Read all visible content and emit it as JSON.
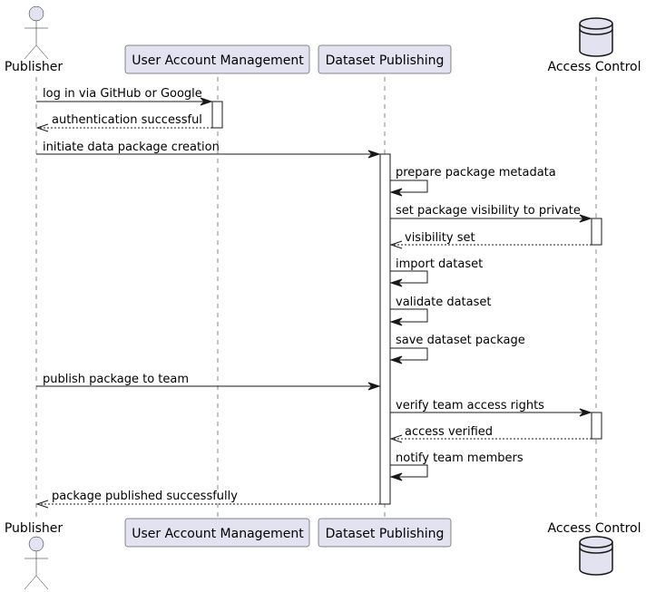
{
  "participants": {
    "publisher": "Publisher",
    "user_account_management": "User Account Management",
    "dataset_publishing": "Dataset Publishing",
    "access_control": "Access Control"
  },
  "messages": [
    {
      "from": "publisher",
      "to": "user_account_management",
      "label": "log in via GitHub or Google",
      "style": "solid"
    },
    {
      "from": "user_account_management",
      "to": "publisher",
      "label": "authentication successful",
      "style": "dashed"
    },
    {
      "from": "publisher",
      "to": "dataset_publishing",
      "label": "initiate data package creation",
      "style": "solid"
    },
    {
      "from": "dataset_publishing",
      "to": "dataset_publishing",
      "label": "prepare package metadata",
      "style": "solid"
    },
    {
      "from": "dataset_publishing",
      "to": "access_control",
      "label": "set package visibility to private",
      "style": "solid"
    },
    {
      "from": "access_control",
      "to": "dataset_publishing",
      "label": "visibility set",
      "style": "dashed"
    },
    {
      "from": "dataset_publishing",
      "to": "dataset_publishing",
      "label": "import dataset",
      "style": "solid"
    },
    {
      "from": "dataset_publishing",
      "to": "dataset_publishing",
      "label": "validate dataset",
      "style": "solid"
    },
    {
      "from": "dataset_publishing",
      "to": "dataset_publishing",
      "label": "save dataset package",
      "style": "solid"
    },
    {
      "from": "publisher",
      "to": "dataset_publishing",
      "label": "publish package to team",
      "style": "solid"
    },
    {
      "from": "dataset_publishing",
      "to": "access_control",
      "label": "verify team access rights",
      "style": "solid"
    },
    {
      "from": "access_control",
      "to": "dataset_publishing",
      "label": "access verified",
      "style": "dashed"
    },
    {
      "from": "dataset_publishing",
      "to": "dataset_publishing",
      "label": "notify team members",
      "style": "solid"
    },
    {
      "from": "dataset_publishing",
      "to": "publisher",
      "label": "package published successfully",
      "style": "dashed"
    }
  ],
  "colors": {
    "participant_fill": "#E2E2F0",
    "line": "#181818",
    "activation_fill": "#FFFFFF"
  }
}
